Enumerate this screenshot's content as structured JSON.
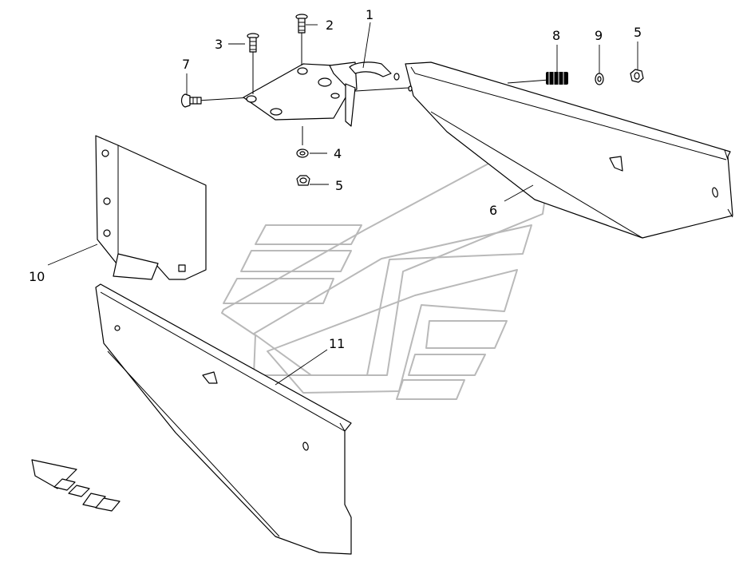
{
  "callouts": {
    "c1": "1",
    "c2": "2",
    "c3": "3",
    "c4": "4",
    "c5a": "5",
    "c5b": "5",
    "c6": "6",
    "c7": "7",
    "c8": "8",
    "c9": "9",
    "c10": "10",
    "c11": "11"
  },
  "colors": {
    "line": "#000000",
    "watermark": "#b9b9b9",
    "background": "#ffffff"
  }
}
